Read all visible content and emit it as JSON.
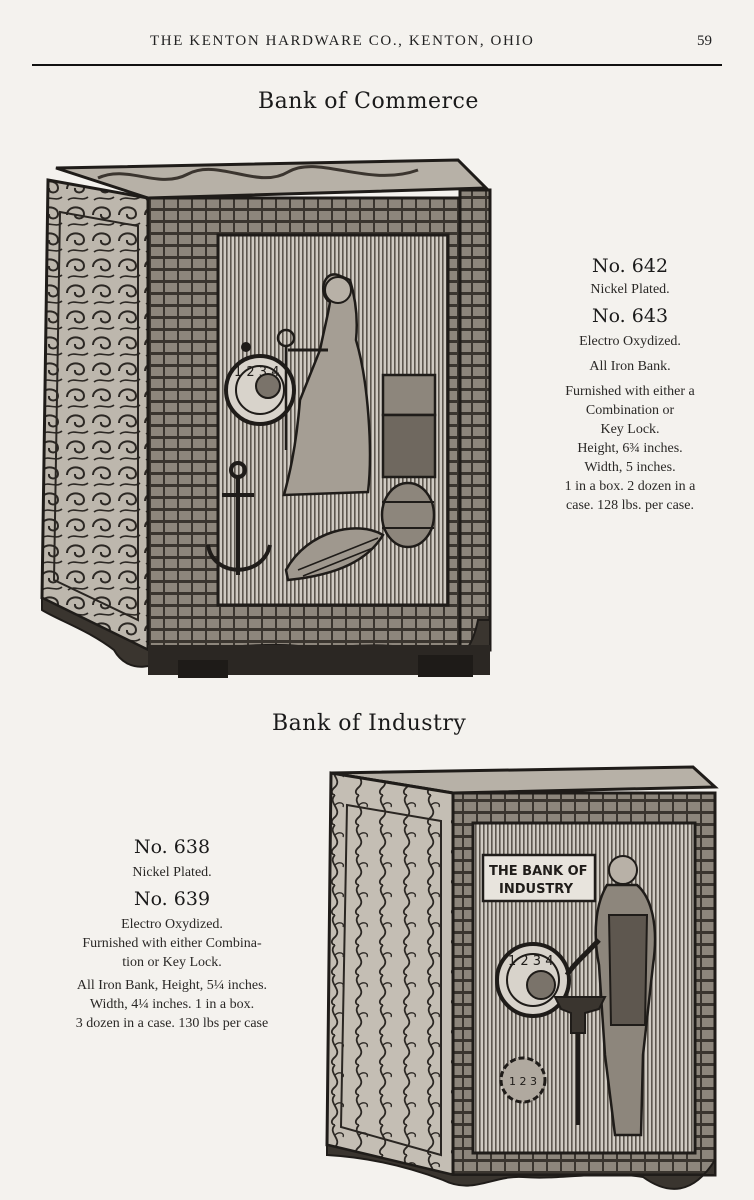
{
  "header": {
    "running_head": "THE KENTON HARDWARE CO., KENTON, OHIO",
    "page_number": "59"
  },
  "products": [
    {
      "title": "Bank of Commerce",
      "models": [
        {
          "number": "No. 642",
          "finish": "Nickel Plated."
        },
        {
          "number": "No. 643",
          "finish": "Electro Oxydized."
        }
      ],
      "description_lines": [
        "All Iron Bank.",
        "Furnished with either a",
        "Combination or",
        "Key Lock.",
        "Height, 6¾ inches.",
        "Width, 5 inches.",
        "1 in a box.  2 dozen in a",
        "case.  128 lbs. per case."
      ],
      "dial_numerals": "1 2 3 4"
    },
    {
      "title": "Bank of Industry",
      "models": [
        {
          "number": "No.  638",
          "finish": "Nickel Plated."
        },
        {
          "number": "No.  639",
          "finish": "Electro Oxydized."
        }
      ],
      "description_lines": [
        "Furnished with either Combina-",
        "tion or Key Lock.",
        "All Iron Bank,   Height, 5¼ inches.",
        "Width, 4¼ inches.   1 in a box.",
        "3 dozen in a case.  130 lbs  per case"
      ],
      "door_plaque": [
        "THE BANK OF",
        "INDUSTRY"
      ],
      "dial_numerals": "1 2 3 4",
      "small_dial_numerals": "1 2 3"
    }
  ]
}
